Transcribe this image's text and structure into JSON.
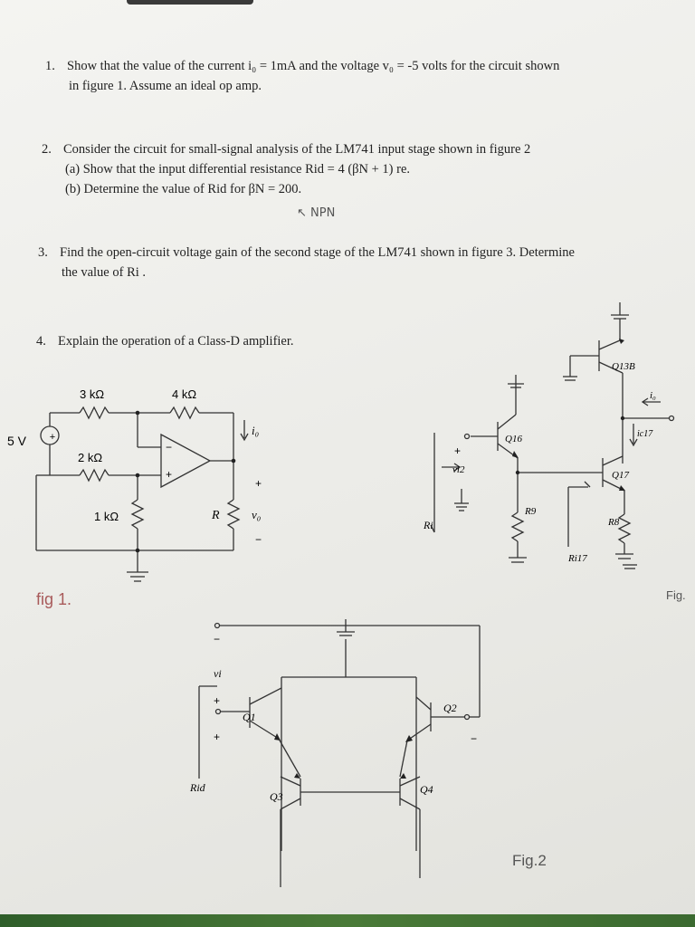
{
  "questions": [
    {
      "number": "1.",
      "line1": "Show that the value of the current i₀ = 1mA and the voltage v₀ = -5 volts for the circuit shown",
      "line2": "in figure 1.   Assume an ideal op amp."
    },
    {
      "number": "2.",
      "line1": "Consider the circuit for small-signal analysis of the LM741 input stage shown in figure 2",
      "part_a": "(a)  Show that the input differential resistance  Rid = 4 (βN + 1) re.",
      "part_b": "(b)  Determine the value of  Rid  for  βN = 200.",
      "note": "↖ NPN"
    },
    {
      "number": "3.",
      "line1": "Find the open-circuit voltage gain of the second stage of the LM741 shown in figure 3.  Determine",
      "line2": "the value of  Ri ."
    },
    {
      "number": "4.",
      "line1": "Explain the operation of a Class-D amplifier."
    }
  ],
  "fig1": {
    "source": "5 V",
    "r1": "3 kΩ",
    "r2": "4 kΩ",
    "r3": "2 kΩ",
    "r4": "1 kΩ",
    "r": "R",
    "io": "i₀",
    "vo": "v₀",
    "minus": "−",
    "plus": "+",
    "caption": "fig 1."
  },
  "fig3": {
    "q13": "Q13B",
    "q16": "Q16",
    "q17": "Q17",
    "r9": "R9",
    "r8": "R8",
    "ri": "Ri",
    "ri17": "Ri17",
    "vi2": "vi2",
    "io": "i₀",
    "ic17": "ic17",
    "plus": "+",
    "caption": "Fig."
  },
  "fig2": {
    "vi": "vi",
    "rid": "Rid",
    "q1": "Q1",
    "q2": "Q2",
    "q3": "Q3",
    "q4": "Q4",
    "plus": "+",
    "minus": "−",
    "caption": "Fig.2"
  }
}
